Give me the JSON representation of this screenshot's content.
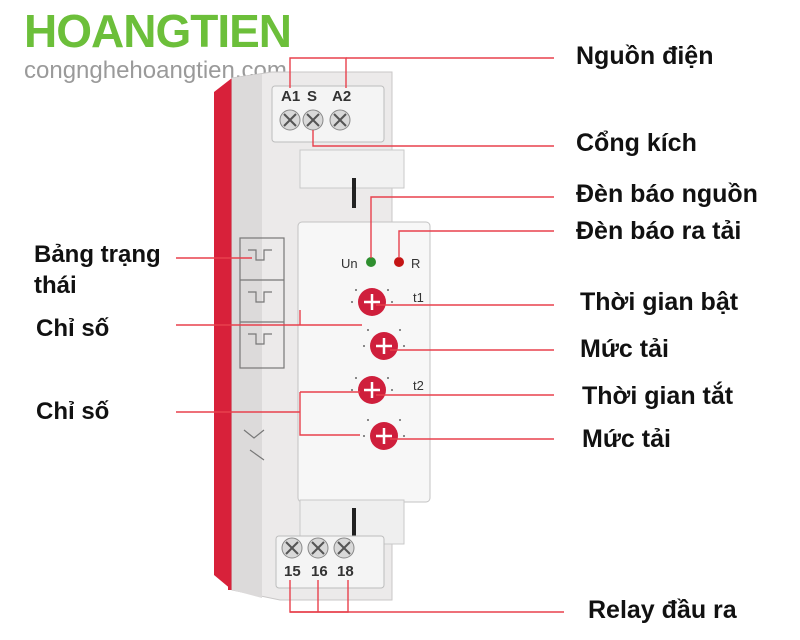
{
  "logo": {
    "main": "HOANGTIEN",
    "sub": "congnghehoangtien.com"
  },
  "labels_right": {
    "power": "Nguồn điện",
    "trigger": "Cổng kích",
    "power_led": "Đèn báo nguồn",
    "output_led": "Đèn báo ra tải",
    "on_time": "Thời gian bật",
    "load_level_1": "Mức tải",
    "off_time": "Thời gian tắt",
    "load_level_2": "Mức tải",
    "relay_output": "Relay đầu ra"
  },
  "labels_left": {
    "status_table_line1": "Bảng trạng",
    "status_table_line2": "thái",
    "indicator_1": "Chỉ số",
    "indicator_2": "Chỉ số"
  },
  "device": {
    "top_terminals": [
      "A1",
      "S",
      "A2"
    ],
    "bottom_terminals": [
      "15",
      "16",
      "18"
    ],
    "led_on_label": "Un",
    "led_r_label": "R",
    "t1_label": "t1",
    "t2_label": "t2"
  },
  "colors": {
    "logo_green": "#6cbf3a",
    "leader_red": "#e8414d",
    "knob_red": "#cf1f3c",
    "led_green": "#2f8f2f",
    "led_red": "#c41414"
  }
}
